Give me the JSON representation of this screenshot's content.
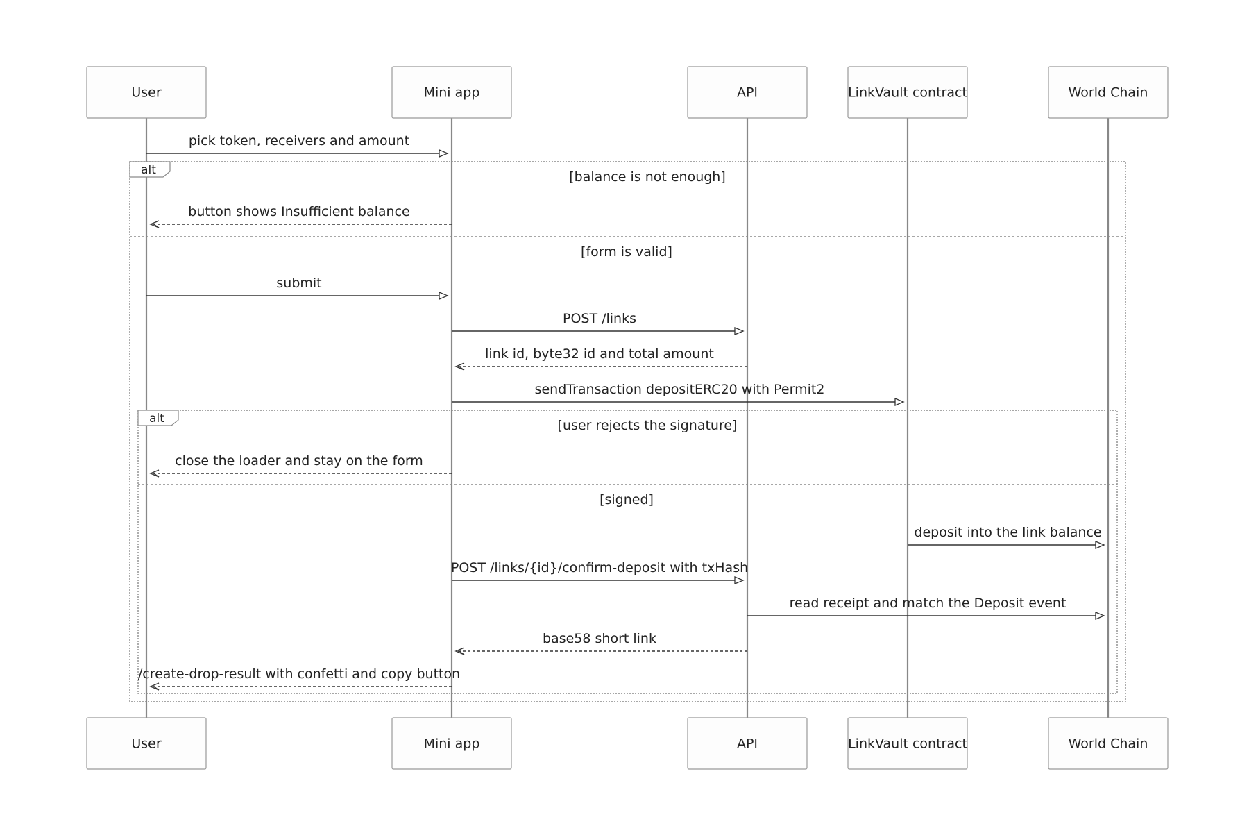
{
  "participants": [
    {
      "id": "user",
      "label": "User"
    },
    {
      "id": "mini",
      "label": "Mini app"
    },
    {
      "id": "api",
      "label": "API"
    },
    {
      "id": "vault",
      "label": "LinkVault contract"
    },
    {
      "id": "chain",
      "label": "World Chain"
    }
  ],
  "messages": [
    {
      "from": "user",
      "to": "mini",
      "label": "pick token, receivers and amount",
      "style": "solid"
    },
    {
      "from": "mini",
      "to": "user",
      "label": "button shows Insufficient balance",
      "style": "dashed"
    },
    {
      "from": "user",
      "to": "mini",
      "label": "submit",
      "style": "solid"
    },
    {
      "from": "mini",
      "to": "api",
      "label": "POST /links",
      "style": "solid"
    },
    {
      "from": "api",
      "to": "mini",
      "label": "link id, byte32 id and total amount",
      "style": "dashed"
    },
    {
      "from": "mini",
      "to": "vault",
      "label": "sendTransaction depositERC20 with Permit2",
      "style": "solid"
    },
    {
      "from": "mini",
      "to": "user",
      "label": "close the loader and stay on the form",
      "style": "dashed"
    },
    {
      "from": "vault",
      "to": "chain",
      "label": "deposit into the link balance",
      "style": "solid"
    },
    {
      "from": "mini",
      "to": "api",
      "label": "POST /links/{id}/confirm-deposit with txHash",
      "style": "solid"
    },
    {
      "from": "api",
      "to": "chain",
      "label": "read receipt and match the Deposit event",
      "style": "solid"
    },
    {
      "from": "api",
      "to": "mini",
      "label": "base58 short link",
      "style": "dashed"
    },
    {
      "from": "mini",
      "to": "user",
      "label": "/create-drop-result with confetti and copy button",
      "style": "dashed"
    }
  ],
  "fragments": [
    {
      "kind": "alt",
      "conditions": [
        "[balance is not enough]",
        "[form is valid]"
      ]
    },
    {
      "kind": "alt",
      "conditions": [
        "[user rejects the signature]",
        "[signed]"
      ]
    }
  ]
}
